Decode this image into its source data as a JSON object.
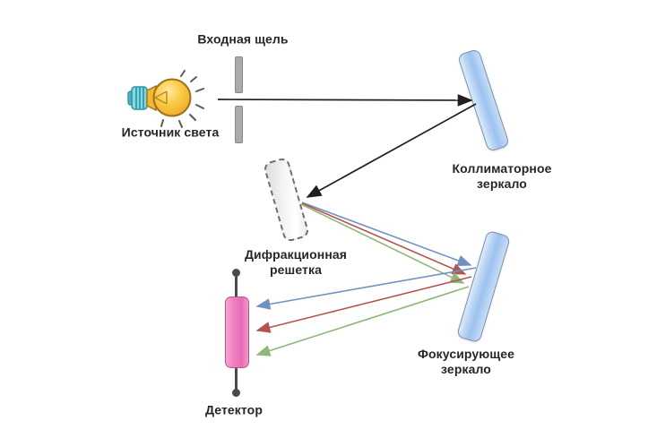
{
  "diagram": {
    "type": "spectrometer-optical-schematic",
    "labels": {
      "entrance_slit": "Входная щель",
      "light_source": "Источник света",
      "collimating_mirror": "Коллиматорное\nзеркало",
      "diffraction_grating": "Дифракционная\nрешетка",
      "focusing_mirror": "Фокусирующее\nзеркало",
      "detector": "Детектор"
    },
    "colors": {
      "beam_black": "#1f1f1f",
      "ray_blue": "#7191c5",
      "ray_red": "#b6534f",
      "ray_green": "#8eb877",
      "mirror_fill": "#aecdf2",
      "mirror_border": "#7e8da3",
      "grating_border": "#6e6e6e",
      "detector_fill": "#ef79bb",
      "detector_border": "#b5538e",
      "slit_bar": "#ababab",
      "bulb_glass": "#f7c23e",
      "bulb_base": "#62c9d4",
      "label_text": "#262626",
      "background": "#ffffff"
    }
  }
}
